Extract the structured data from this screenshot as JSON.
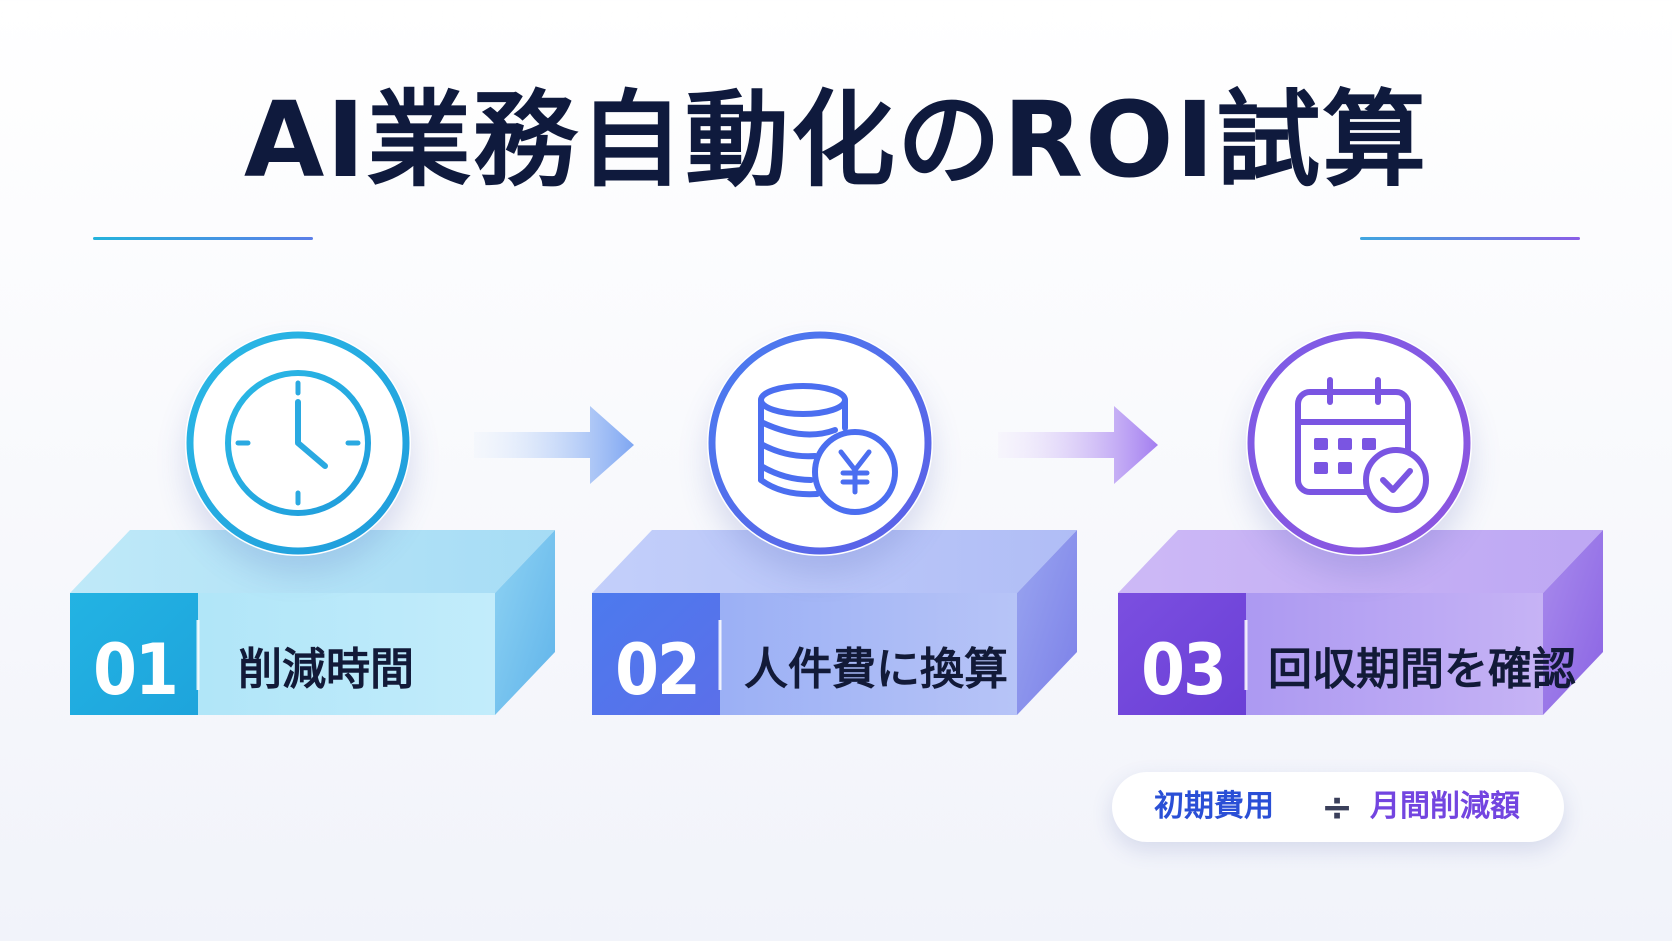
{
  "title": "AI業務自動化のROI試算",
  "steps": [
    {
      "number": "01",
      "label": "削減時間",
      "icon": "clock-icon"
    },
    {
      "number": "02",
      "label": "人件費に換算",
      "icon": "yen-coins-icon"
    },
    {
      "number": "03",
      "label": "回収期間を確認",
      "icon": "calendar-check-icon"
    }
  ],
  "formula": {
    "numerator": "初期費用",
    "operator": "÷",
    "denominator": "月間削減額"
  },
  "colors": {
    "title": "#0f1a3d",
    "step1": "#2bb4e3",
    "step2": "#5677ee",
    "step3": "#8453e3"
  }
}
